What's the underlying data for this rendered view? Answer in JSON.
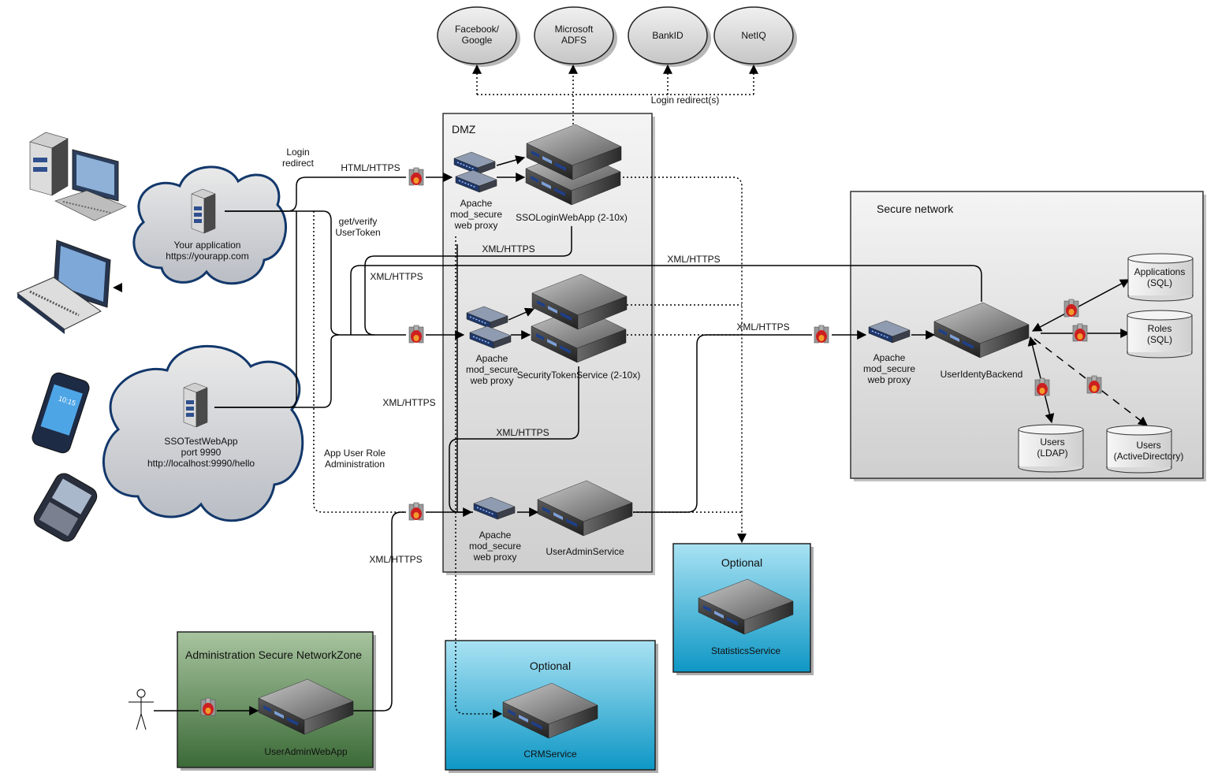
{
  "providers": [
    {
      "id": "facebook",
      "lines": [
        "Facebook/",
        "Google"
      ]
    },
    {
      "id": "adfs",
      "lines": [
        "Microsoft",
        "ADFS"
      ]
    },
    {
      "id": "bankid",
      "lines": [
        "BankID"
      ]
    },
    {
      "id": "netiq",
      "lines": [
        "NetIQ"
      ]
    }
  ],
  "labels": {
    "login_redirects": "Login redirect(s)",
    "login_redirect": [
      "Login",
      "redirect"
    ],
    "html_https": "HTML/HTTPS",
    "get_verify": [
      "get/verify",
      "UserToken"
    ],
    "xml_https": "XML/HTTPS",
    "app_user_role": [
      "App User Role",
      "Administration"
    ]
  },
  "zones": {
    "dmz": "DMZ",
    "secure": "Secure network",
    "admin": "Administration Secure NetworkZone",
    "optional": "Optional"
  },
  "apps": {
    "your_app": [
      "Your application",
      "https://yourapp.com"
    ],
    "sso_test": [
      "SSOTestWebApp",
      "port 9990",
      "http://localhost:9990/hello"
    ]
  },
  "proxy_label": [
    "Apache",
    "mod_secure",
    "web proxy"
  ],
  "services": {
    "sso_login": "SSOLoginWebApp (2-10x)",
    "sts": "SecurityTokenService (2-10x)",
    "uas": "UserAdminService",
    "uib": "UserIdentyBackend",
    "uawa": "UserAdminWebApp",
    "crm": "CRMService",
    "stats": "StatisticsService"
  },
  "stores": {
    "applications": [
      "Applications",
      "(SQL)"
    ],
    "roles": [
      "Roles",
      "(SQL)"
    ],
    "ldap": [
      "Users",
      "(LDAP)"
    ],
    "ad": [
      "Users",
      "(ActiveDirectory)"
    ]
  },
  "devices": {
    "phone_time": "10:15"
  },
  "icons": [
    "desktop-computer-icon",
    "laptop-icon",
    "smartphone-icon",
    "blackberry-icon",
    "server-icon",
    "firewall-icon",
    "proxy-switch-icon",
    "database-icon",
    "person-icon",
    "cloud-icon"
  ],
  "colors": {
    "cloud_stroke": "#13386b",
    "optional_zone": "#1aa6d0",
    "admin_zone": "#3f6e3d",
    "zone_gray": "#d6d6d6",
    "firewall": "#cc1f1f"
  }
}
